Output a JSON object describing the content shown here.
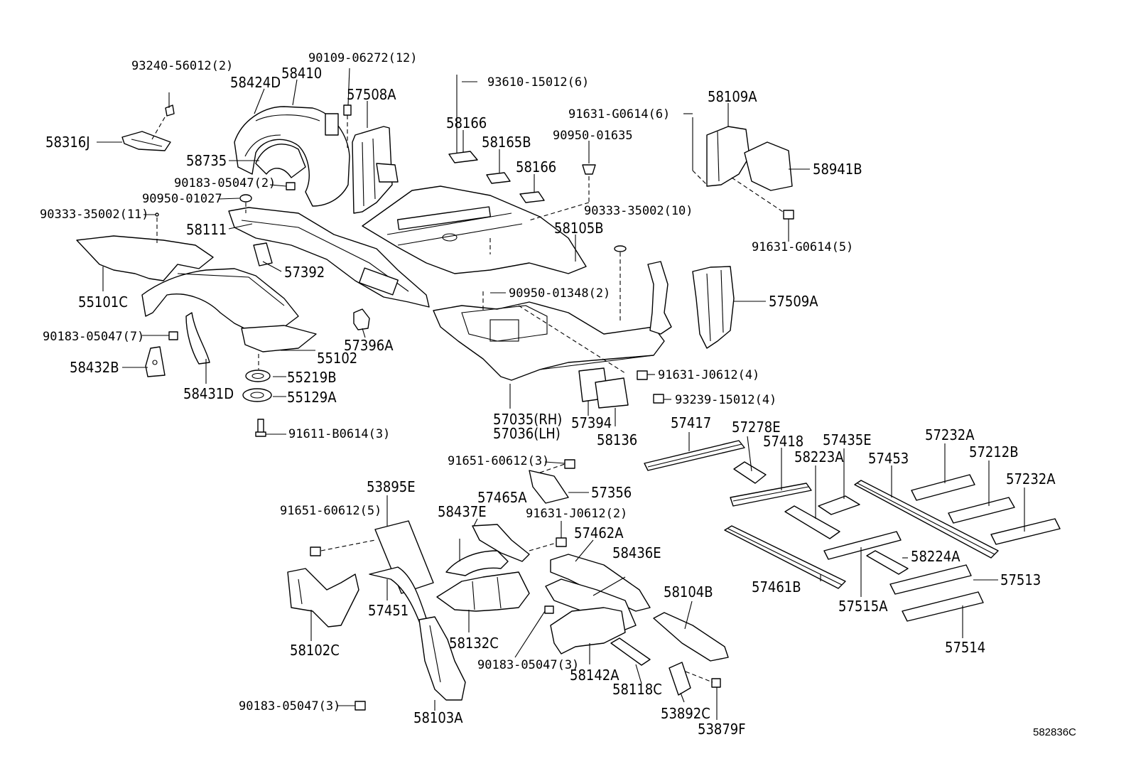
{
  "figure_id": "582836C",
  "labels": {
    "p58316J": "58316J",
    "p93240_56012": "93240-56012(2)",
    "p58424D": "58424D",
    "p58410": "58410",
    "p90109_06272": "90109-06272(12)",
    "p57508A": "57508A",
    "p58735": "58735",
    "p90183_05047_2": "90183-05047(2)",
    "p90950_01027": "90950-01027",
    "p90333_35002_11": "90333-35002(11)",
    "p58111": "58111",
    "p57392": "57392",
    "p55101C": "55101C",
    "p57396A": "57396A",
    "p90183_05047_7": "90183-05047(7)",
    "p55102": "55102",
    "p58432B": "58432B",
    "p55219B": "55219B",
    "p58431D": "58431D",
    "p55129A": "55129A",
    "p91611_B0614": "91611-B0614(3)",
    "p93610_15012": "93610-15012(6)",
    "p58166a": "58166",
    "p58165B": "58165B",
    "p58166b": "58166",
    "p90950_01635": "90950-01635",
    "p90333_35002_10": "90333-35002(10)",
    "p58105B": "58105B",
    "p90950_01348": "90950-01348(2)",
    "p91631_G0614_6": "91631-G0614(6)",
    "p58109A": "58109A",
    "p58941B": "58941B",
    "p91631_G0614_5": "91631-G0614(5)",
    "p57509A": "57509A",
    "p91631_J0612_4": "91631-J0612(4)",
    "p93239_15012": "93239-15012(4)",
    "p57035": "57035(RH)",
    "p57036": "57036(LH)",
    "p57394": "57394",
    "p58136": "58136",
    "p57417": "57417",
    "p57278E": "57278E",
    "p57418": "57418",
    "p58223A": "58223A",
    "p57435E": "57435E",
    "p57453": "57453",
    "p57232A_a": "57232A",
    "p57212B": "57212B",
    "p57232A_b": "57232A",
    "p58224A": "58224A",
    "p57513": "57513",
    "p57461B": "57461B",
    "p57515A": "57515A",
    "p57514": "57514",
    "p91651_60612_3": "91651-60612(3)",
    "p57356": "57356",
    "p53895E": "53895E",
    "p91651_60612_5": "91651-60612(5)",
    "p57465A": "57465A",
    "p58437E": "58437E",
    "p91631_J0612_2": "91631-J0612(2)",
    "p57462A": "57462A",
    "p58436E": "58436E",
    "p58104B": "58104B",
    "p57451": "57451",
    "p58102C": "58102C",
    "p58132C": "58132C",
    "p90183_05047_3a": "90183-05047(3)",
    "p58142A": "58142A",
    "p58118C": "58118C",
    "p53892C": "53892C",
    "p53879F": "53879F",
    "p90183_05047_3b": "90183-05047(3)",
    "p58103A": "58103A"
  }
}
